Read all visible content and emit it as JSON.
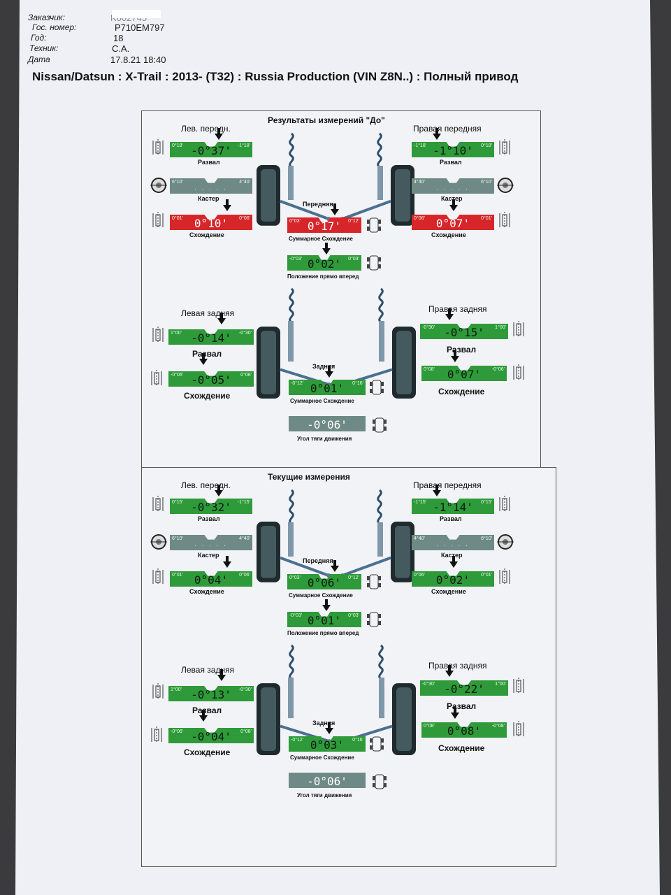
{
  "header": {
    "fields": [
      {
        "label": "Заказчик:",
        "value": "K002745"
      },
      {
        "label": "Гос. номер:",
        "value": "P710EM797"
      },
      {
        "label": "Год:",
        "value": "18"
      },
      {
        "label": "Техник:",
        "value": "C.A."
      },
      {
        "label": "Дата",
        "value": "17.8.21 18:40"
      }
    ],
    "vehicle_title": "Nissan/Datsun : X-Trail : 2013-   (T32) : Russia Production (VIN Z8N..) : Полный привод"
  },
  "before": {
    "title": "Результаты измерений \"До\"",
    "front_left_label": "Лев. передн.",
    "front_right_label": "Правая передняя",
    "front_label": "Передняя",
    "rear_left_label": "Левая задняя",
    "rear_right_label": "Правая задняя",
    "rear_label": "Задняя",
    "fl_camber": {
      "value": "-0°37'",
      "min": "0°18'",
      "max": "-1°18'",
      "caption": "Развал",
      "status": "ok"
    },
    "fr_camber": {
      "value": "-1°10'",
      "min": "-1°18'",
      "max": "0°18'",
      "caption": "Развал",
      "status": "ok"
    },
    "fl_caster": {
      "value": "",
      "min": "6°10'",
      "max": "4°40'",
      "caption": "Кастер",
      "status": "none"
    },
    "fr_caster": {
      "value": "",
      "min": "4°40'",
      "max": "6°10'",
      "caption": "Кастер",
      "status": "none"
    },
    "fl_toe": {
      "value": "0°10'",
      "min": "0°01'",
      "max": "0°06'",
      "caption": "Схождение",
      "status": "bad"
    },
    "fr_toe": {
      "value": "0°07'",
      "min": "0°06'",
      "max": "0°01'",
      "caption": "Схождение",
      "status": "bad"
    },
    "front_total_toe": {
      "value": "0°17'",
      "min": "0°03'",
      "max": "0°12'",
      "caption": "Суммарное Схождение",
      "status": "bad"
    },
    "straight_ahead": {
      "value": "0°02'",
      "min": "-0°03'",
      "max": "0°03'",
      "caption": "Положение прямо вперед",
      "status": "ok"
    },
    "rl_camber": {
      "value": "-0°14'",
      "min": "1°00'",
      "max": "-0°30'",
      "caption": "Развал",
      "status": "ok"
    },
    "rr_camber": {
      "value": "-0°15'",
      "min": "-0°30'",
      "max": "1°00'",
      "caption": "Развал",
      "status": "ok"
    },
    "rl_toe": {
      "value": "-0°05'",
      "min": "-0°06'",
      "max": "0°08'",
      "caption": "Схождение",
      "status": "ok"
    },
    "rr_toe": {
      "value": "0°07'",
      "min": "0°08'",
      "max": "-0°06'",
      "caption": "Схождение",
      "status": "ok"
    },
    "rear_total_toe": {
      "value": "0°01'",
      "min": "-0°12'",
      "max": "0°16'",
      "caption": "Суммарное Схождение",
      "status": "ok"
    },
    "thrust_angle": {
      "value": "-0°06'",
      "min": "",
      "max": "",
      "caption": "Угол тяги движения",
      "status": "none"
    }
  },
  "current": {
    "title": "Текущие измерения",
    "front_left_label": "Лев. передн.",
    "front_right_label": "Правая передняя",
    "front_label": "Передняя",
    "rear_left_label": "Левая задняя",
    "rear_right_label": "Правая задняя",
    "rear_label": "Задняя",
    "fl_camber": {
      "value": "-0°32'",
      "min": "0°15'",
      "max": "-1°15'",
      "caption": "Развал",
      "status": "ok"
    },
    "fr_camber": {
      "value": "-1°14'",
      "min": "-1°15'",
      "max": "0°15'",
      "caption": "Развал",
      "status": "ok"
    },
    "fl_caster": {
      "value": "",
      "min": "6°10'",
      "max": "4°40'",
      "caption": "Кастер",
      "status": "none"
    },
    "fr_caster": {
      "value": "",
      "min": "4°40'",
      "max": "6°10'",
      "caption": "Кастер",
      "status": "none"
    },
    "fl_toe": {
      "value": "0°04'",
      "min": "0°01'",
      "max": "0°06'",
      "caption": "Схождение",
      "status": "ok"
    },
    "fr_toe": {
      "value": "0°02'",
      "min": "0°06'",
      "max": "0°01'",
      "caption": "Схождение",
      "status": "ok"
    },
    "front_total_toe": {
      "value": "0°06'",
      "min": "0°03'",
      "max": "0°12'",
      "caption": "Суммарное Схождение",
      "status": "ok"
    },
    "straight_ahead": {
      "value": "0°01'",
      "min": "-0°03'",
      "max": "0°03'",
      "caption": "Положение прямо вперед",
      "status": "ok"
    },
    "rl_camber": {
      "value": "-0°13'",
      "min": "1°00'",
      "max": "-0°30'",
      "caption": "Развал",
      "status": "ok"
    },
    "rr_camber": {
      "value": "-0°22'",
      "min": "-0°30'",
      "max": "1°00'",
      "caption": "Развал",
      "status": "ok"
    },
    "rl_toe": {
      "value": "-0°04'",
      "min": "-0°06'",
      "max": "0°08'",
      "caption": "Схождение",
      "status": "ok"
    },
    "rr_toe": {
      "value": "0°08'",
      "min": "0°08'",
      "max": "-0°08'",
      "caption": "Схождение",
      "status": "ok"
    },
    "rear_total_toe": {
      "value": "0°03'",
      "min": "-0°12'",
      "max": "0°16'",
      "caption": "Суммарное Схождение",
      "status": "ok"
    },
    "thrust_angle": {
      "value": "-0°06'",
      "min": "",
      "max": "",
      "caption": "Угол тяги движения",
      "status": "none"
    }
  },
  "colors": {
    "ok": "#2e9a3a",
    "bad": "#d7262a",
    "none": "#6f8a86"
  }
}
